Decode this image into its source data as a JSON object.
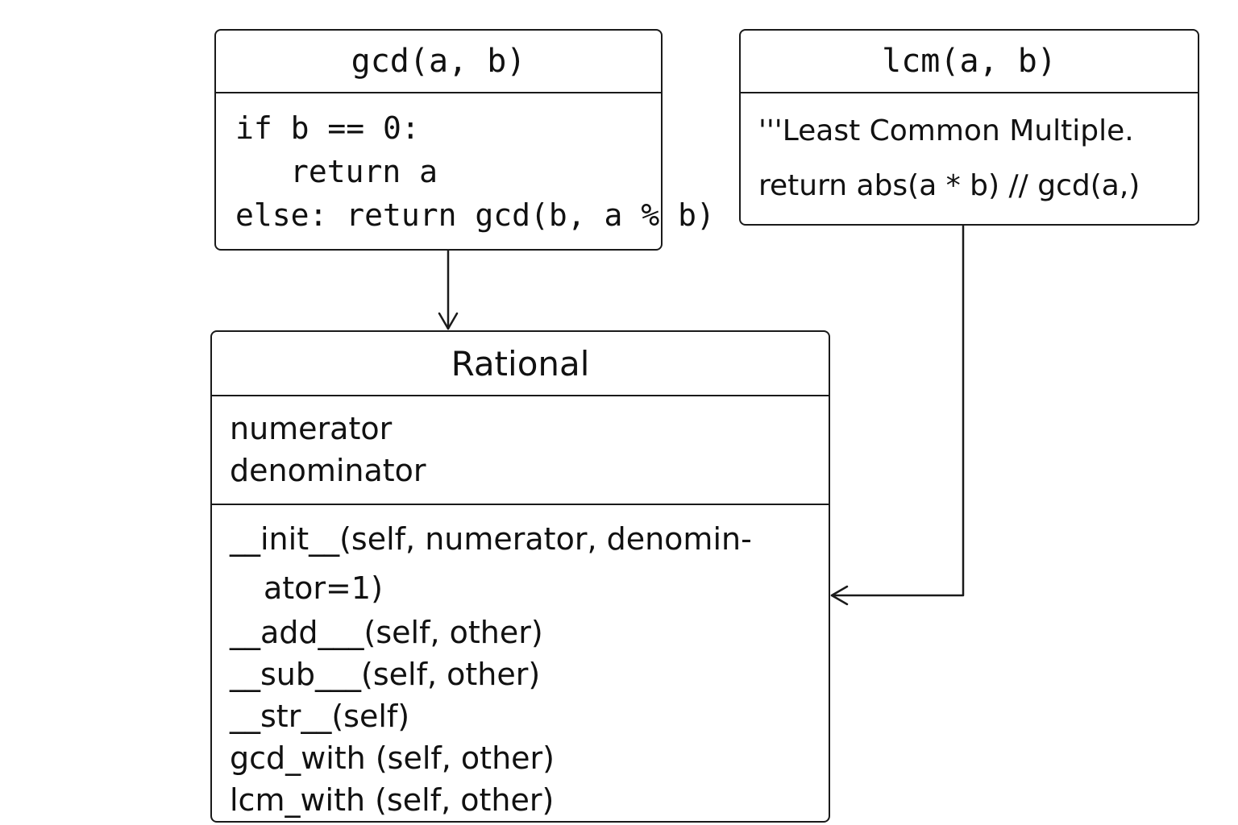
{
  "gcd_box": {
    "title": "gcd(a, b)",
    "body_lines": [
      "if b == 0:",
      "return a",
      "else: return gcd(b, a % b)"
    ]
  },
  "lcm_box": {
    "title": "lcm(a, b)",
    "body_lines": [
      "'''Least Common Multiple.",
      "return abs(a * b) // gcd(a,)"
    ]
  },
  "rational_box": {
    "title": "Rational",
    "attributes": [
      "numerator",
      "denominator"
    ],
    "methods": [
      "__init__(self, numerator, denomin-",
      "ator=1)",
      "__add___(self, other)",
      "__sub___(self, other)",
      "__str__(self)",
      "gcd_with (self, other)",
      "lcm_with (self, other)"
    ]
  }
}
